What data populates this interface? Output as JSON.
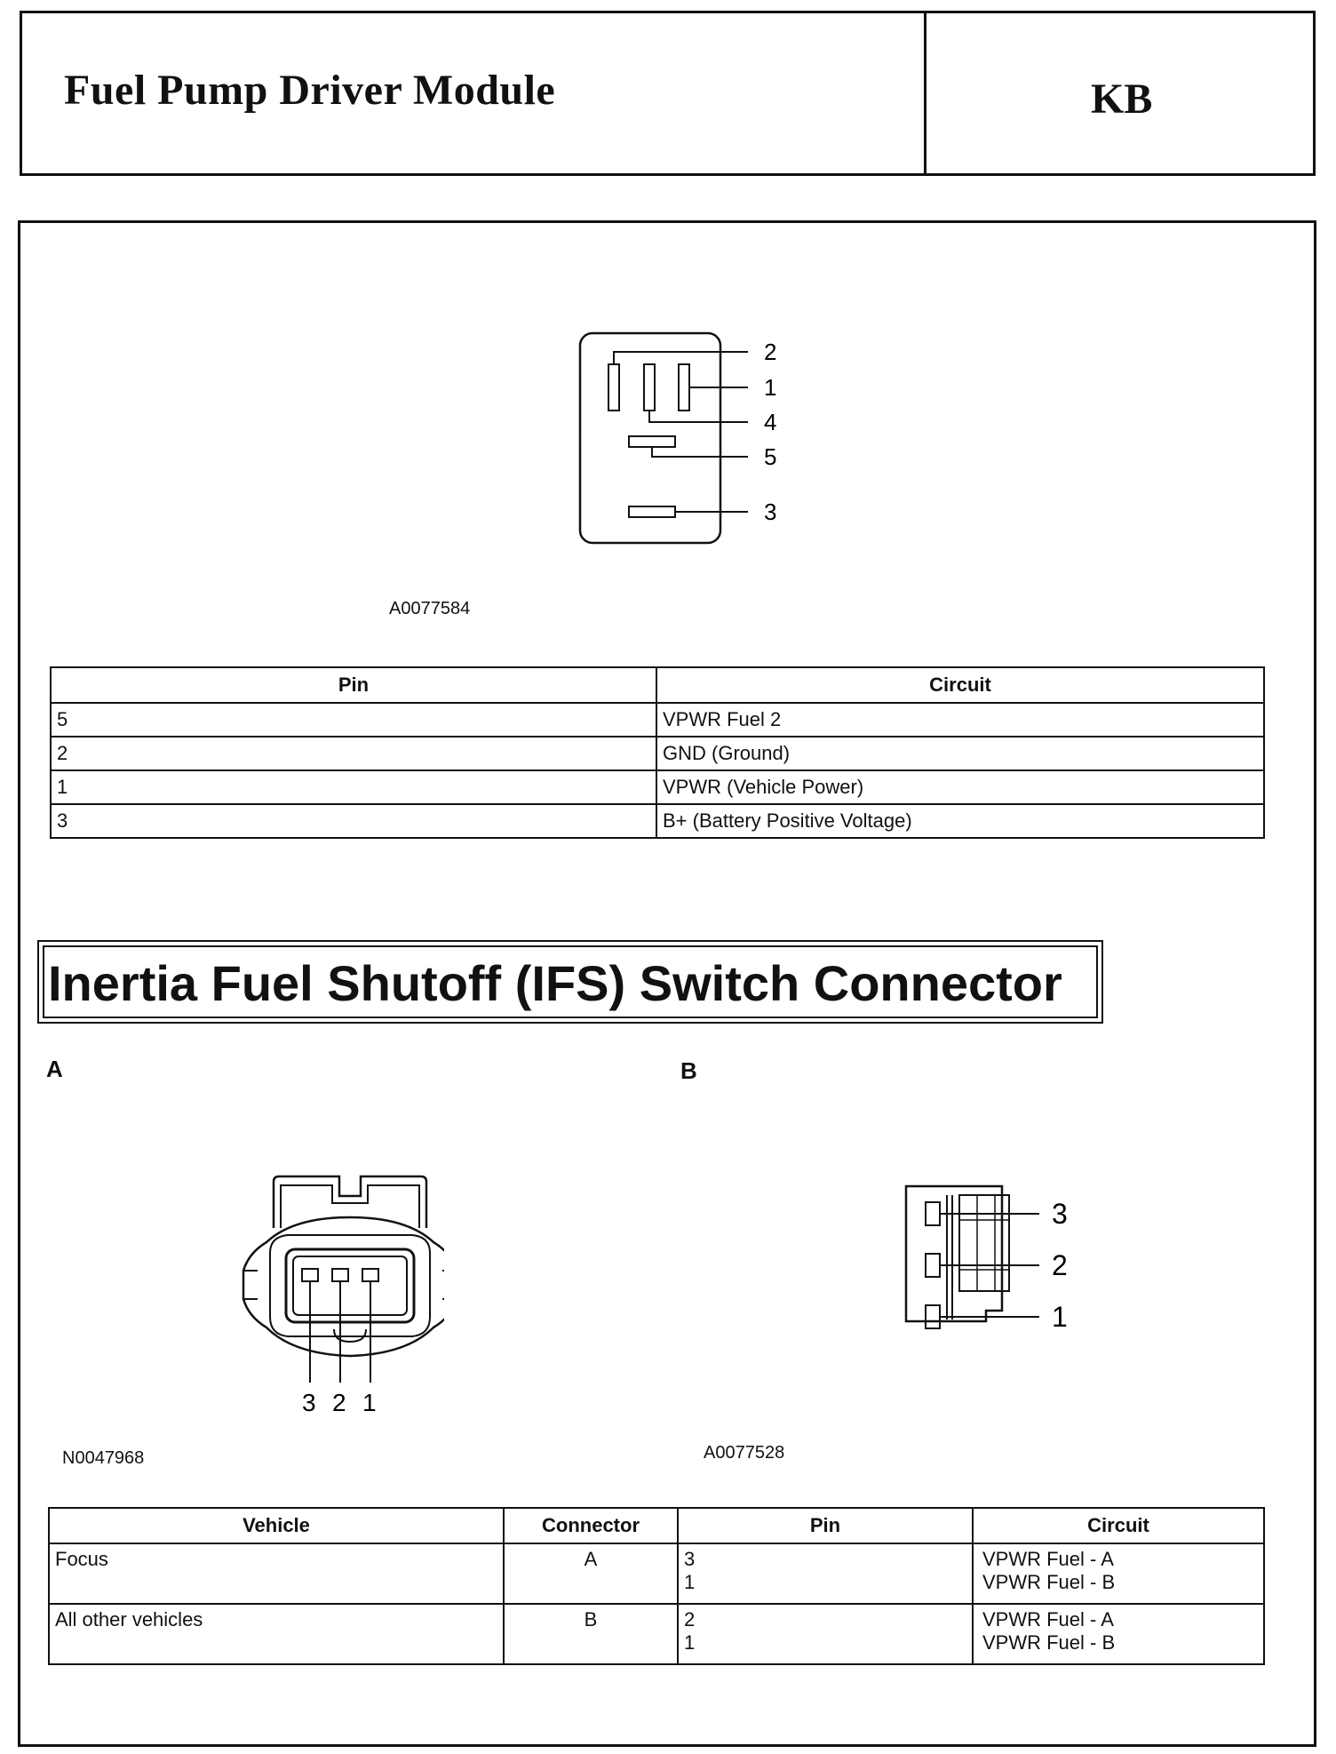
{
  "header": {
    "title": "Fuel Pump Driver Module",
    "code": "KB"
  },
  "fpdm": {
    "pin_labels": [
      "2",
      "1",
      "4",
      "5",
      "3"
    ],
    "figure_id": "A0077584",
    "table": {
      "headers": [
        "Pin",
        "Circuit"
      ],
      "rows": [
        [
          "5",
          "VPWR Fuel 2"
        ],
        [
          "2",
          "GND (Ground)"
        ],
        [
          "1",
          "VPWR (Vehicle Power)"
        ],
        [
          "3",
          "B+ (Battery Positive Voltage)"
        ]
      ]
    }
  },
  "ifs": {
    "title": "Inertia Fuel Shutoff (IFS) Switch Connector",
    "view_a": {
      "letter": "A",
      "pin_labels": [
        "3",
        "2",
        "1"
      ],
      "figure_id": "N0047968"
    },
    "view_b": {
      "letter": "B",
      "pin_labels": [
        "3",
        "2",
        "1"
      ],
      "figure_id": "A0077528"
    },
    "table": {
      "headers": [
        "Vehicle",
        "Connector",
        "Pin",
        "Circuit"
      ],
      "rows": [
        [
          "Focus",
          "A",
          "3\n1",
          "VPWR Fuel - A\nVPWR Fuel - B"
        ],
        [
          "All other vehicles",
          "B",
          "2\n1",
          "VPWR Fuel - A\nVPWR Fuel - B"
        ]
      ]
    }
  }
}
